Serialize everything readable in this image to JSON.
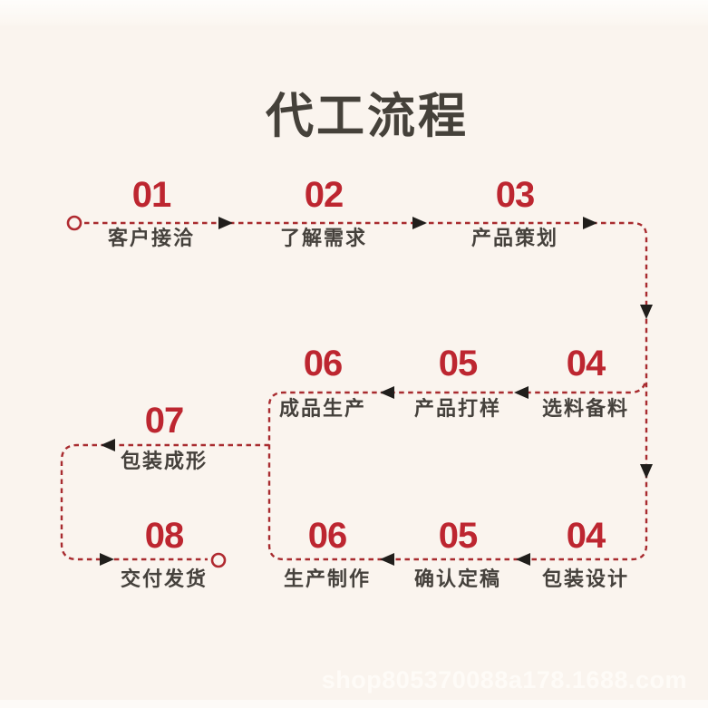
{
  "title": "代工流程",
  "watermark": "shop805370088a178.1688.com",
  "colors": {
    "background": "#faf4ee",
    "number_red": "#bd2630",
    "line_red": "#a82b2f",
    "text_dark": "#45413c",
    "arrow_black": "#201e1b"
  },
  "steps": [
    {
      "number": "01",
      "label": "客户接洽",
      "row": "top"
    },
    {
      "number": "02",
      "label": "了解需求",
      "row": "top"
    },
    {
      "number": "03",
      "label": "产品策划",
      "row": "top"
    },
    {
      "number": "04",
      "label": "选料备料",
      "row": "middle"
    },
    {
      "number": "05",
      "label": "产品打样",
      "row": "middle"
    },
    {
      "number": "06",
      "label": "成品生产",
      "row": "middle"
    },
    {
      "number": "07",
      "label": "包装成形",
      "row": "left"
    },
    {
      "number": "04",
      "label": "包装设计",
      "row": "bottom"
    },
    {
      "number": "05",
      "label": "确认定稿",
      "row": "bottom"
    },
    {
      "number": "06",
      "label": "生产制作",
      "row": "bottom"
    },
    {
      "number": "08",
      "label": "交付发货",
      "row": "bottom-left"
    }
  ]
}
